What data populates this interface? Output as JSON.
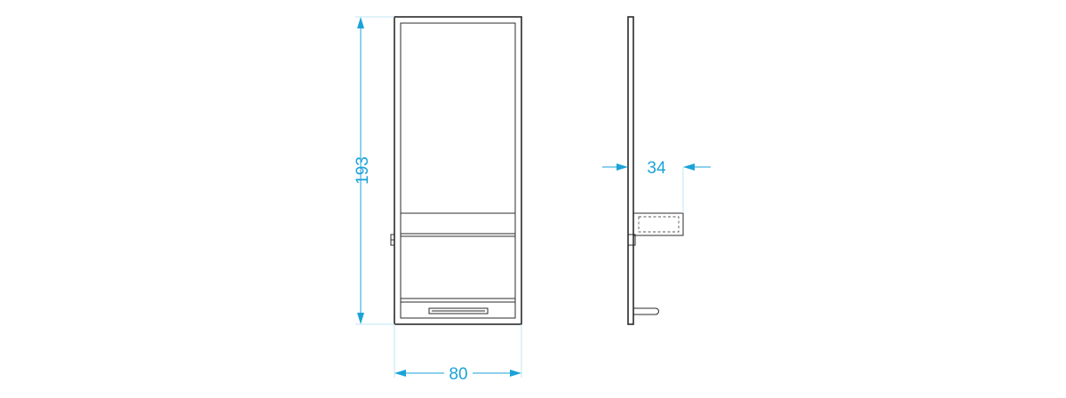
{
  "dimensions": {
    "height": "193",
    "width": "80",
    "depth": "34"
  },
  "colors": {
    "dimension": "#1aa3d8",
    "extension_line": "#bfe6f5",
    "outline": "#2b2b2b"
  }
}
